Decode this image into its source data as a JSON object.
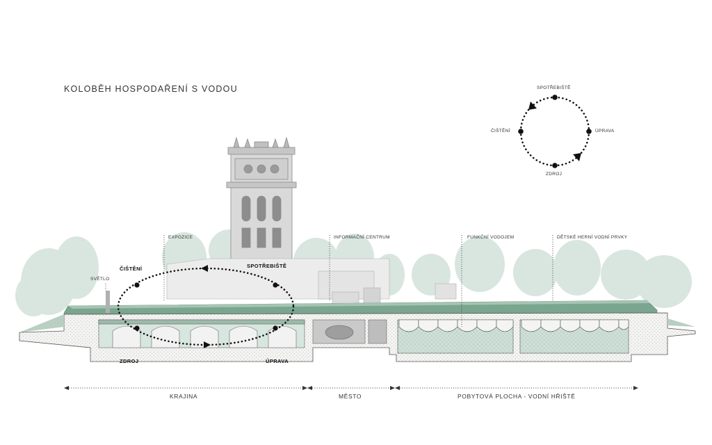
{
  "title": "KOLOBĚH HOSPODAŘENÍ S VODOU",
  "cycle_legend": {
    "top": "SPOTŘEBIŠTĚ",
    "right": "ÚPRAVA",
    "bottom": "ZDROJ",
    "left": "ČIŠTĚNÍ"
  },
  "section_labels": {
    "expozice": "EXPOZICE",
    "informacni_centrum": "INFORMAČNÍ CENTRUM",
    "funkcni_vodojem": "FUNKČNÍ VODOJEM",
    "detske_prvky": "DĚTSKÉ HERNÍ VODNÍ PRVKY",
    "svetlo": "SVĚTLO"
  },
  "cycle_on_section": {
    "cisteni": "ČIŠTĚNÍ",
    "spotrebiste": "SPOTŘEBIŠTĚ",
    "zdroj": "ZDROJ",
    "uprava": "ÚPRAVA"
  },
  "zones": [
    {
      "label": "KRAJINA"
    },
    {
      "label": "MĚSTO"
    },
    {
      "label": "POBYTOVÁ PLOCHA - VODNÍ HŘIŠTĚ"
    }
  ],
  "colors": {
    "roof_green": "#7aa58e",
    "tree_green": "#c9dcd2",
    "concrete": "#f4f4f2",
    "ink": "#111111"
  }
}
